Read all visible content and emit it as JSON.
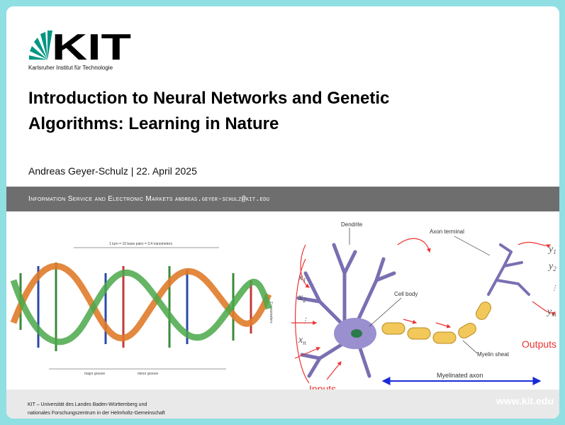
{
  "colors": {
    "accent": "#009682",
    "bar": "#6e6e6e",
    "page_border": "#8fdfe3"
  },
  "logo": {
    "wordmark": "KIT",
    "subtitle": "Karlsruher Institut für Technologie"
  },
  "title": {
    "line1": "Introduction to Neural Networks and Genetic",
    "line2": "Algorithms: Learning in Nature"
  },
  "author_line": "Andreas Geyer-Schulz | 22. April 2025",
  "bar": {
    "department": "Information Service and Electronic Markets",
    "email": "andreas.geyer-schulz@kit.edu"
  },
  "dna": {
    "top_caption": "1 turn = 10 base pairs = 3.4 nanometers",
    "side_caption": "2 nanometers",
    "major_groove": "major groove",
    "minor_groove": "minor groove"
  },
  "neuron": {
    "dendrite": "Dendrite",
    "axon_terminal": "Axon terminal",
    "cell_body": "Cell body",
    "myelin": "Myelin sheat",
    "axon": "Myelinated axon",
    "inputs": "Inputs",
    "outputs": "Outputs",
    "x1": "x",
    "x1_sub": "1",
    "x2": "x",
    "x2_sub": "2",
    "xn": "x",
    "xn_sub": "n",
    "y1": "y",
    "y1_sub": "1",
    "y2": "y",
    "y2_sub": "2",
    "ym": "y",
    "ym_sub": "m"
  },
  "footer": {
    "line1": "KIT – Universität des Landes Baden-Württemberg und",
    "line2": "nationales Forschungszentrum in der Helmholtz-Gemeinschaft",
    "url": "www.kit.edu"
  }
}
